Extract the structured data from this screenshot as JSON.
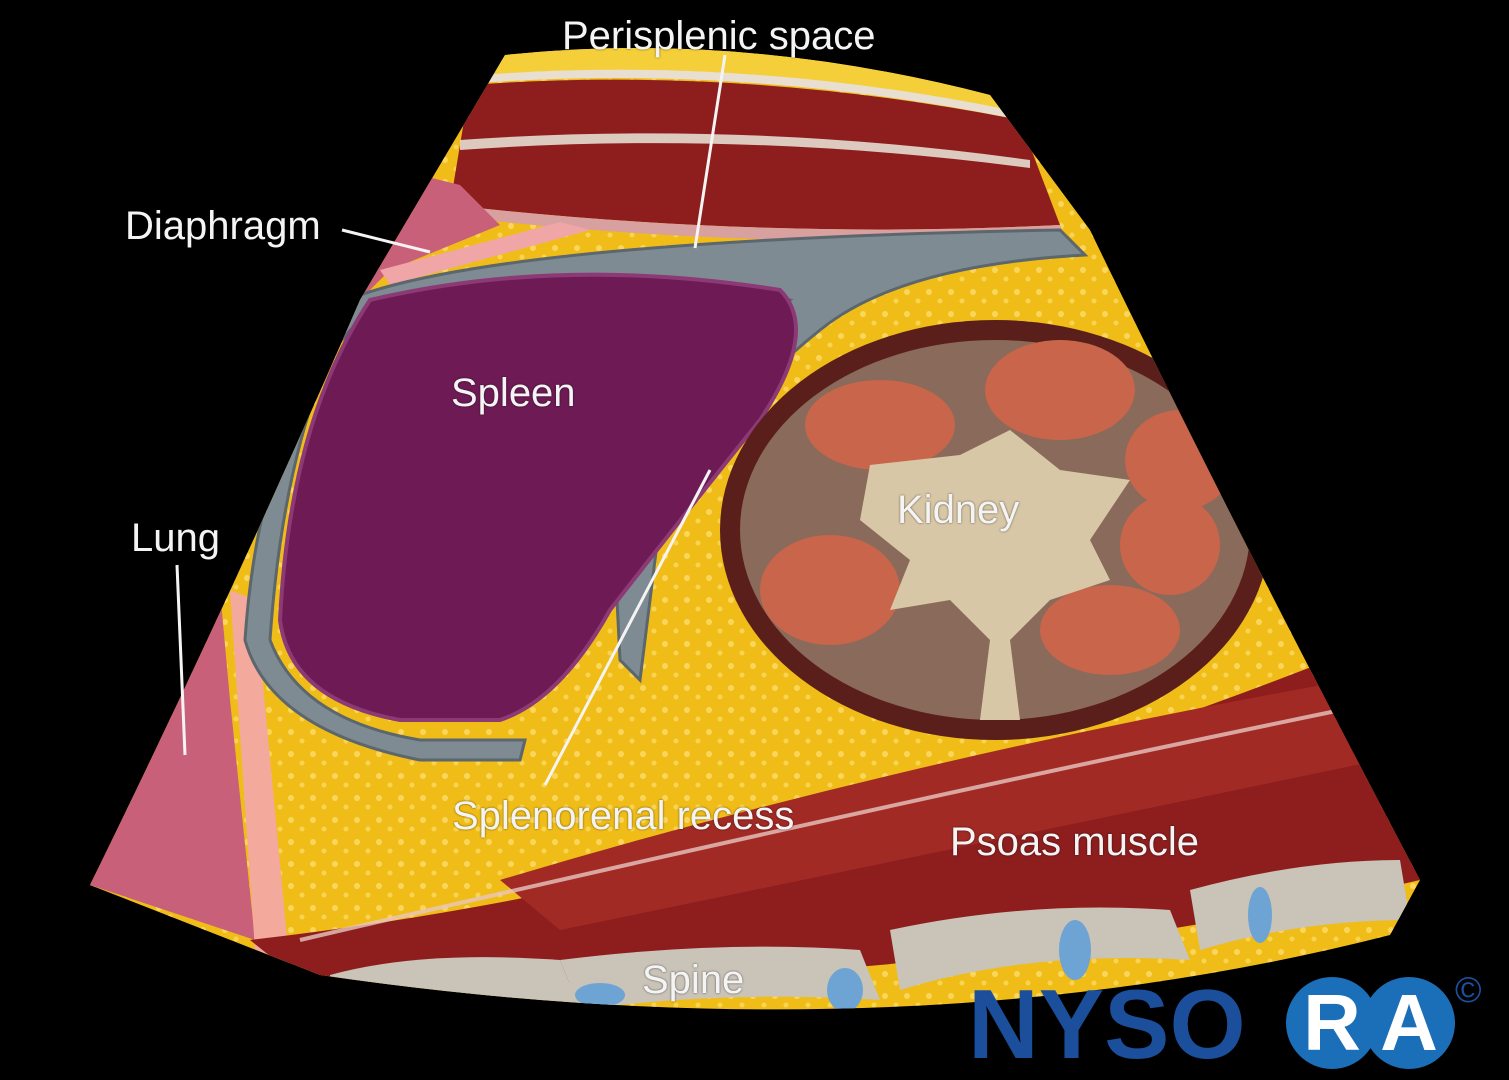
{
  "labels": {
    "perisplenic_space": "Perisplenic space",
    "diaphragm": "Diaphragm",
    "spleen": "Spleen",
    "kidney": "Kidney",
    "lung": "Lung",
    "splenorenal_recess": "Splenorenal recess",
    "psoas_muscle": "Psoas muscle",
    "spine": "Spine"
  },
  "logo": {
    "text": "NYSORA",
    "copyright": "©"
  },
  "colors": {
    "background": "#000000",
    "fat": "#f2c21a",
    "muscle": "#8e1e1e",
    "spleen": "#6e1b55",
    "fascia": "#7f8b93",
    "kidney_cortex": "#8a6a5a",
    "kidney_pyramid": "#c9654a",
    "kidney_sinus": "#d8c7a6",
    "lung": "#c9607a",
    "logo_blue": "#1b4f9c"
  }
}
